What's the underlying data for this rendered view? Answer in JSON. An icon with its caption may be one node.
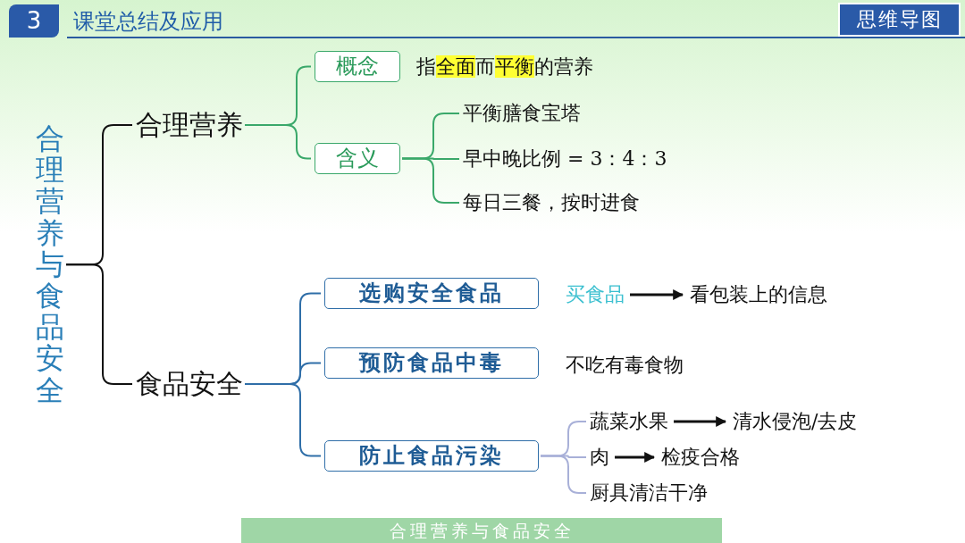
{
  "diagram": {
    "title": "课堂总结及应用",
    "nodes": [
      {
        "text": [
          "合理营养与食品安全"
        ]
      },
      {
        "text": [
          "合理营养"
        ]
      },
      {
        "text": [
          "食品安全"
        ]
      },
      {
        "text": [
          "概念"
        ]
      },
      {
        "text": [
          "指**全面**而**平衡**的营养"
        ]
      },
      {
        "text": [
          "含义"
        ]
      },
      {
        "text": [
          "平衡膳食宝塔"
        ]
      },
      {
        "text": [
          "早中晚比例 = 3：4：3"
        ]
      },
      {
        "text": [
          "每日三餐，按时进食"
        ]
      },
      {
        "text": [
          "选购安全食品"
        ]
      },
      {
        "text": [
          "买食品"
        ]
      },
      {
        "text": [
          "看包装上的信息"
        ]
      },
      {
        "text": [
          "预防食品中毒"
        ]
      },
      {
        "text": [
          "不吃有毒食物"
        ]
      },
      {
        "text": [
          "防止食品污染"
        ]
      },
      {
        "text": [
          "蔬菜水果"
        ]
      },
      {
        "text": [
          "清水侵泡/去皮"
        ]
      },
      {
        "text": [
          "肉"
        ]
      },
      {
        "text": [
          "检疫合格"
        ]
      },
      {
        "text": [
          "厨具清洁干净"
        ]
      }
    ],
    "edges": [
      {
        "from": 0,
        "to": 1,
        "arrow": "none"
      },
      {
        "from": 0,
        "to": 2,
        "arrow": "none"
      },
      {
        "from": 1,
        "to": 3,
        "arrow": "none",
        "color": "#3aa86a"
      },
      {
        "from": 1,
        "to": 5,
        "arrow": "none",
        "color": "#3aa86a"
      },
      {
        "from": 5,
        "to": 6,
        "arrow": "none",
        "color": "#3aa86a"
      },
      {
        "from": 5,
        "to": 7,
        "arrow": "none",
        "color": "#3aa86a"
      },
      {
        "from": 5,
        "to": 8,
        "arrow": "none",
        "color": "#3aa86a"
      },
      {
        "from": 2,
        "to": 9,
        "arrow": "none",
        "color": "#2f6ea8"
      },
      {
        "from": 2,
        "to": 12,
        "arrow": "none",
        "color": "#2f6ea8"
      },
      {
        "from": 2,
        "to": 14,
        "arrow": "none",
        "color": "#2f6ea8"
      },
      {
        "from": 10,
        "to": 11,
        "arrow": "to"
      },
      {
        "from": 14,
        "to": 15,
        "arrow": "none",
        "color": "#a8b0d8"
      },
      {
        "from": 14,
        "to": 17,
        "arrow": "none",
        "color": "#a8b0d8"
      },
      {
        "from": 14,
        "to": 19,
        "arrow": "none",
        "color": "#a8b0d8"
      },
      {
        "from": 15,
        "to": 16,
        "arrow": "to"
      },
      {
        "from": 17,
        "to": 18,
        "arrow": "to"
      }
    ],
    "labels": [
      "3",
      "思维导图",
      "合理营养与食品安全"
    ]
  }
}
